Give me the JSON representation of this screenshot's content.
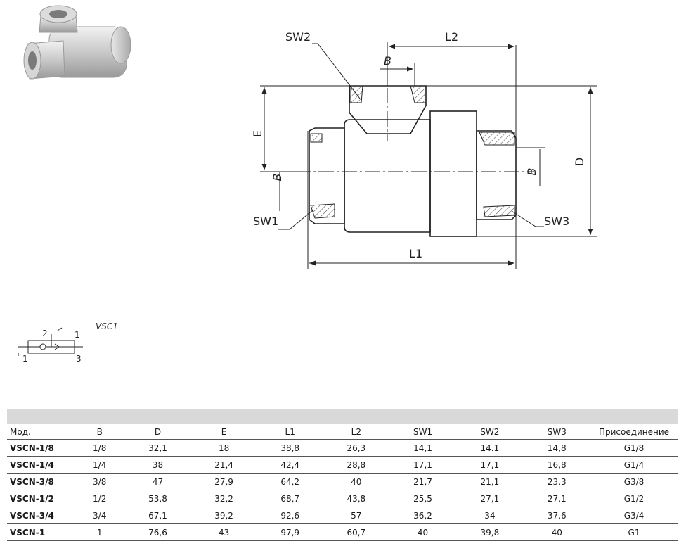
{
  "drawing": {
    "labels": {
      "sw1": "SW1",
      "sw2": "SW2",
      "sw3": "SW3",
      "l1": "L1",
      "l2": "L2",
      "d": "D",
      "e": "E",
      "b_top": "B",
      "b_left": "B",
      "b_right": "B"
    }
  },
  "symbol": {
    "title": "VSC1",
    "port_1_left": "1",
    "port_2": "2",
    "port_1_top": "1",
    "port_3": "3"
  },
  "table": {
    "columns": [
      "Мод.",
      "B",
      "D",
      "E",
      "L1",
      "L2",
      "SW1",
      "SW2",
      "SW3",
      "Присоединение"
    ],
    "rows": [
      [
        "VSCN-1/8",
        "1/8",
        "32,1",
        "18",
        "38,8",
        "26,3",
        "14,1",
        "14.1",
        "14,8",
        "G1/8"
      ],
      [
        "VSCN-1/4",
        "1/4",
        "38",
        "21,4",
        "42,4",
        "28,8",
        "17,1",
        "17,1",
        "16,8",
        "G1/4"
      ],
      [
        "VSCN-3/8",
        "3/8",
        "47",
        "27,9",
        "64,2",
        "40",
        "21,7",
        "21,1",
        "23,3",
        "G3/8"
      ],
      [
        "VSCN-1/2",
        "1/2",
        "53,8",
        "32,2",
        "68,7",
        "43,8",
        "25,5",
        "27,1",
        "27,1",
        "G1/2"
      ],
      [
        "VSCN-3/4",
        "3/4",
        "67,1",
        "39,2",
        "92,6",
        "57",
        "36,2",
        "34",
        "37,6",
        "G3/4"
      ],
      [
        "VSCN-1",
        "1",
        "76,6",
        "43",
        "97,9",
        "60,7",
        "40",
        "39,8",
        "40",
        "G1"
      ]
    ]
  }
}
